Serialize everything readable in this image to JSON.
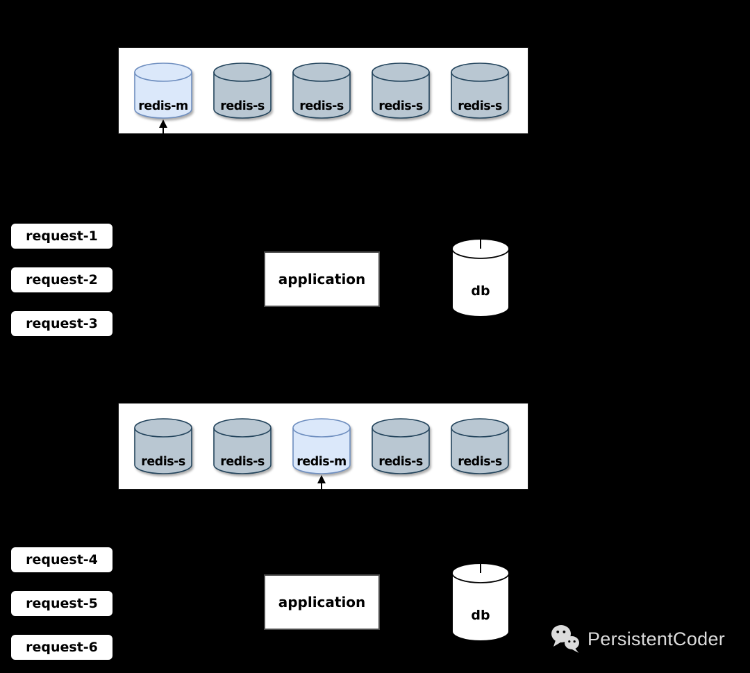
{
  "canvas": {
    "background": "#000000"
  },
  "colors": {
    "canvas_bg": "#000000",
    "master_fill": "#dbe8fa",
    "master_stroke": "#6e8ebf",
    "slave_fill": "#b9c7d2",
    "slave_stroke": "#23445c",
    "panel_fill": "#ffffff",
    "node_text": "#000000",
    "db_fill": "#ffffff",
    "db_stroke": "#000000",
    "watermark_color": "#dcdcdc"
  },
  "sections": [
    {
      "name": "scenario-1",
      "cluster": {
        "nodes": [
          {
            "label": "redis-m",
            "role": "master",
            "pointer": true
          },
          {
            "label": "redis-s",
            "role": "slave",
            "pointer": false
          },
          {
            "label": "redis-s",
            "role": "slave",
            "pointer": false
          },
          {
            "label": "redis-s",
            "role": "slave",
            "pointer": false
          },
          {
            "label": "redis-s",
            "role": "slave",
            "pointer": false
          }
        ]
      },
      "requests": [
        "request-1",
        "request-2",
        "request-3"
      ],
      "application_label": "application",
      "db_label": "db"
    },
    {
      "name": "scenario-2",
      "cluster": {
        "nodes": [
          {
            "label": "redis-s",
            "role": "slave",
            "pointer": false
          },
          {
            "label": "redis-s",
            "role": "slave",
            "pointer": false
          },
          {
            "label": "redis-m",
            "role": "master",
            "pointer": true
          },
          {
            "label": "redis-s",
            "role": "slave",
            "pointer": false
          },
          {
            "label": "redis-s",
            "role": "slave",
            "pointer": false
          }
        ]
      },
      "requests": [
        "request-4",
        "request-5",
        "request-6"
      ],
      "application_label": "application",
      "db_label": "db"
    }
  ],
  "watermark": {
    "label": "PersistentCoder",
    "icon": "wechat-icon"
  }
}
